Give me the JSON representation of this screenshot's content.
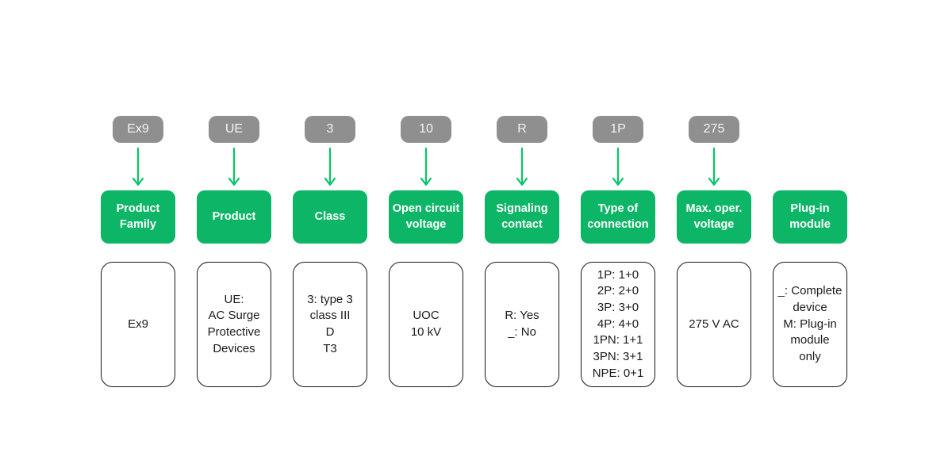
{
  "colors": {
    "green": "#0db566",
    "arrow_green": "#0ac46d",
    "badge_gray": "#8f8f8f",
    "box_border": "#151515"
  },
  "diagram": {
    "columns": [
      {
        "code": "Ex9",
        "label": "Product\nFamily",
        "description": "Ex9"
      },
      {
        "code": "UE",
        "label": "Product",
        "description": "UE:\nAC Surge\nProtective\nDevices"
      },
      {
        "code": "3",
        "label": "Class",
        "description": "3: type 3\nclass III\nD\nT3"
      },
      {
        "code": "10",
        "label": "Open circuit\nvoltage",
        "description": "UOC\n10 kV"
      },
      {
        "code": "R",
        "label": "Signaling\ncontact",
        "description": "R: Yes\n_: No"
      },
      {
        "code": "1P",
        "label": "Type of\nconnection",
        "description": "1P: 1+0\n2P: 2+0\n3P: 3+0\n4P: 4+0\n1PN: 1+1\n3PN: 3+1\nNPE: 0+1"
      },
      {
        "code": "275",
        "label": "Max. oper.\nvoltage",
        "description": "275 V AC"
      },
      {
        "code": null,
        "label": "Plug-in\nmodule",
        "description": "_: Complete\ndevice\nM: Plug-in\nmodule\nonly"
      }
    ]
  }
}
